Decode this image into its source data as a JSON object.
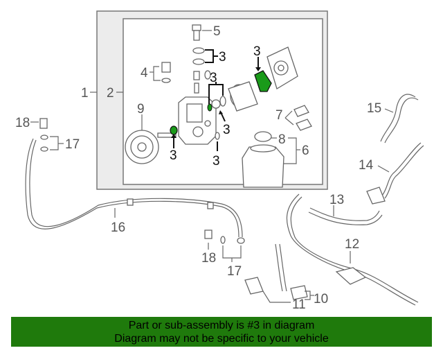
{
  "diagram": {
    "highlight_color": "#1a9a1a",
    "callouts": {
      "c1": "1",
      "c2": "2",
      "c3a": "3",
      "c3b": "3",
      "c3c": "3",
      "c3d": "3",
      "c3e": "3",
      "c3f": "3",
      "c4": "4",
      "c5": "5",
      "c6": "6",
      "c7": "7",
      "c8": "8",
      "c9": "9",
      "c10": "10",
      "c11": "11",
      "c12": "12",
      "c13": "13",
      "c14": "14",
      "c15": "15",
      "c16": "16",
      "c17a": "17",
      "c17b": "17",
      "c18a": "18",
      "c18b": "18"
    }
  },
  "banner": {
    "line1": "Part or sub-assembly is #3 in diagram",
    "line2": "Diagram may not be specific to your vehicle",
    "background": "#1f7a0c"
  }
}
